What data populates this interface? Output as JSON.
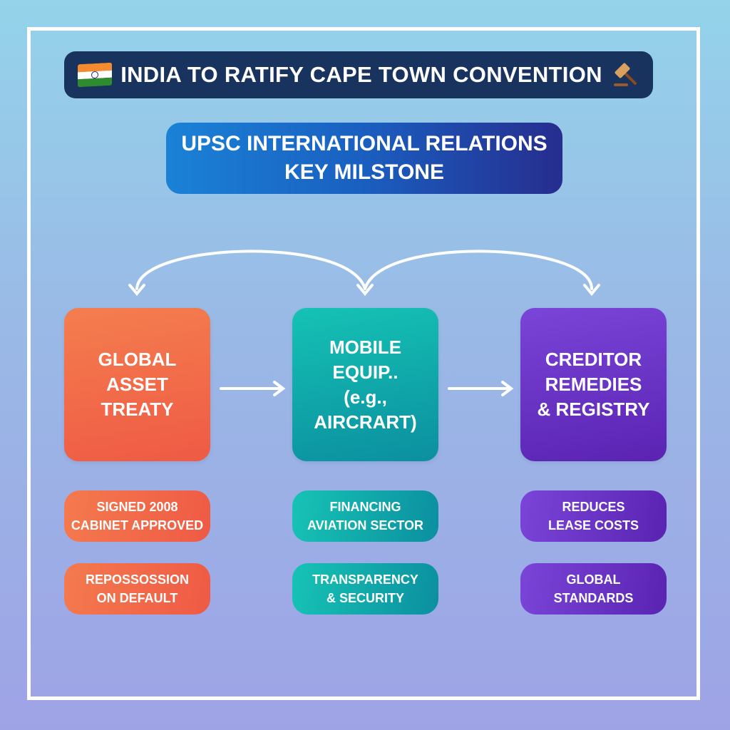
{
  "header": {
    "title": "INDIA TO RATIFY CAPE TOWN CONVENTION",
    "left_icon": "india-flag-icon",
    "right_icon": "gavel-icon"
  },
  "subtitle": {
    "line1": "UPSC INTERNATIONAL RELATIONS",
    "line2": "KEY MILSTONE"
  },
  "colors": {
    "title_bg": "#18335e",
    "orange": "#ef5a45",
    "teal": "#0b8fa0",
    "purple": "#5a23b2"
  },
  "cards": [
    {
      "lines": [
        "GLOBAL",
        "ASSET",
        "TREATY"
      ]
    },
    {
      "lines": [
        "MOBILE",
        "EQUIP..",
        "(e.g., AIRCRART)"
      ]
    },
    {
      "lines": [
        "CREDITOR",
        "REMEDIES",
        "& REGISTRY"
      ]
    }
  ],
  "pills": [
    [
      {
        "lines": [
          "SIGNED 2008",
          "CABINET APPROVED"
        ]
      },
      {
        "lines": [
          "REPOSSOSSION",
          "ON DEFAULT"
        ]
      }
    ],
    [
      {
        "lines": [
          "FINANCING",
          "AVIATION SECTOR"
        ]
      },
      {
        "lines": [
          "TRANSPARENCY",
          "& SECURITY"
        ]
      }
    ],
    [
      {
        "lines": [
          "REDUCES",
          "LEASE COSTS"
        ]
      },
      {
        "lines": [
          "GLOBAL",
          "STANDARDS"
        ]
      }
    ]
  ]
}
